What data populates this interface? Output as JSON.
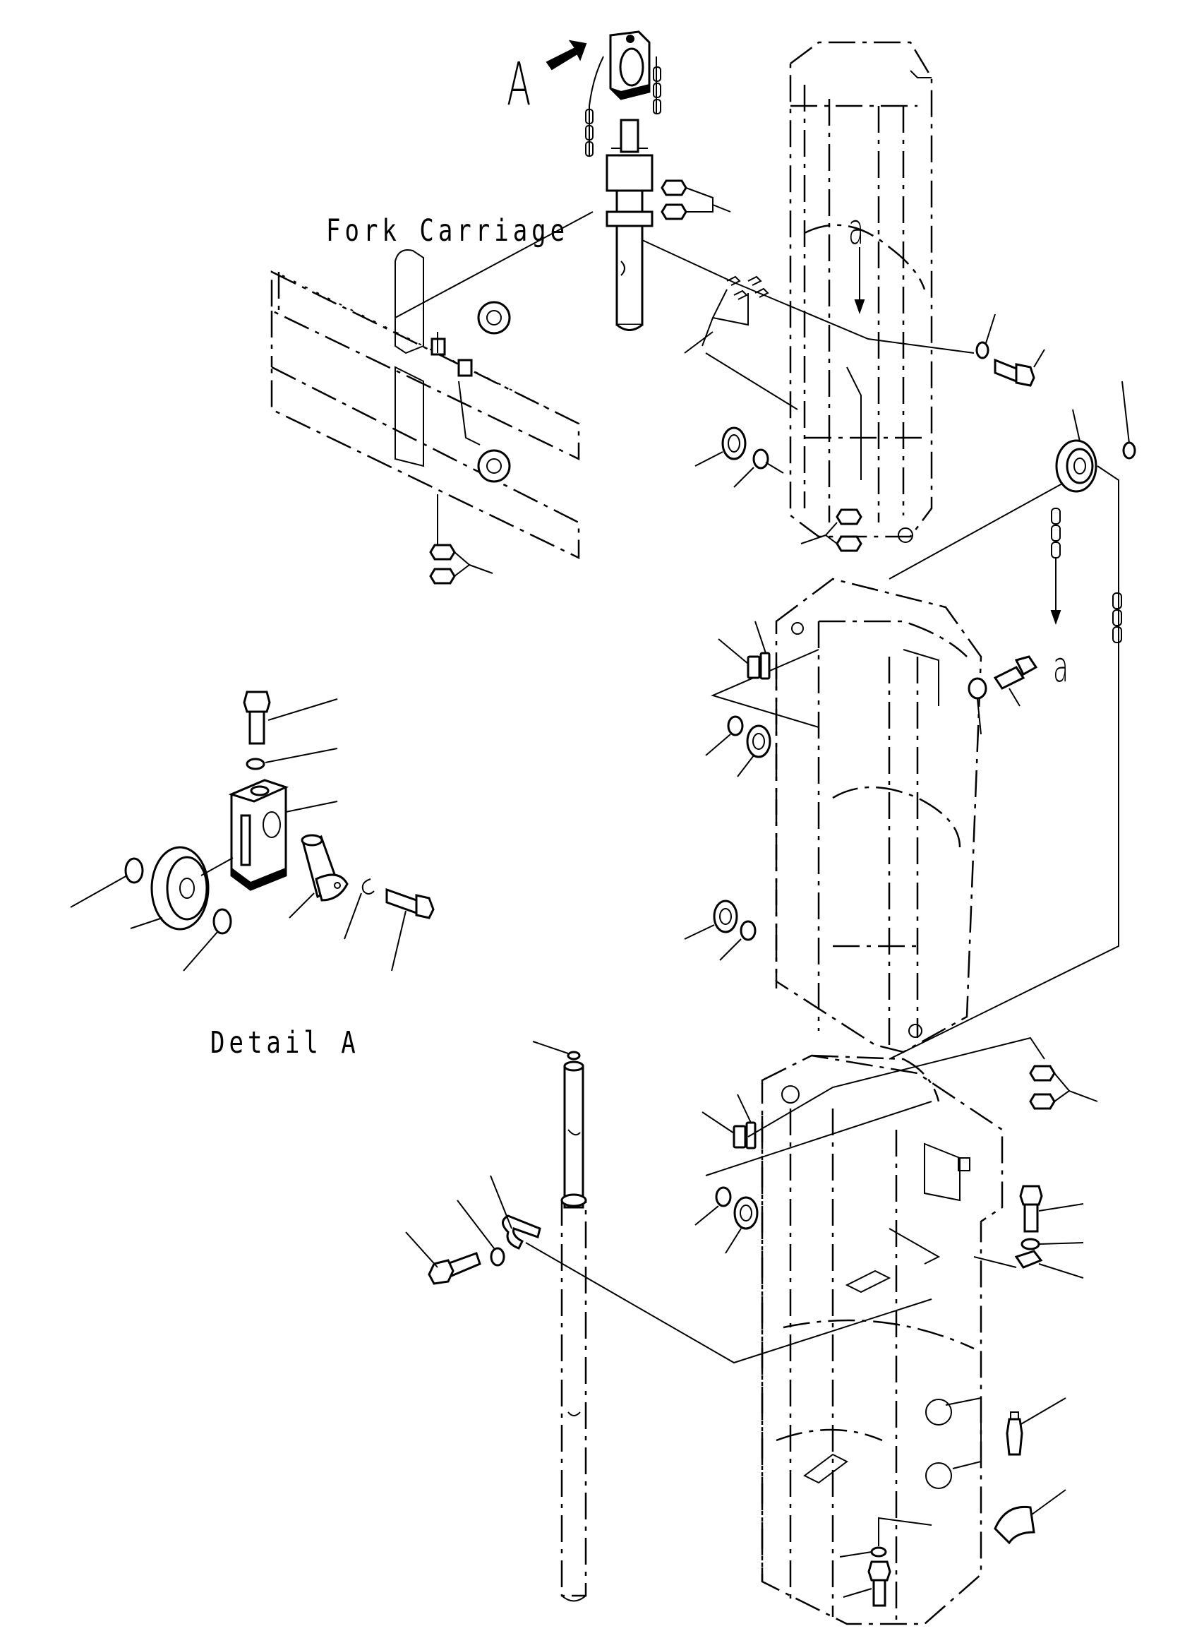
{
  "labels": {
    "fork_carriage": "Fork Carriage",
    "detail_a": "Detail A",
    "view_a": "A",
    "ref_a_top": "a",
    "ref_a_mid": "a"
  },
  "icons": {
    "view_arrow": "view-direction-arrow-icon",
    "ref_arrow": "reference-arrow-icon"
  },
  "colors": {
    "line": "#000000",
    "background": "#ffffff"
  }
}
